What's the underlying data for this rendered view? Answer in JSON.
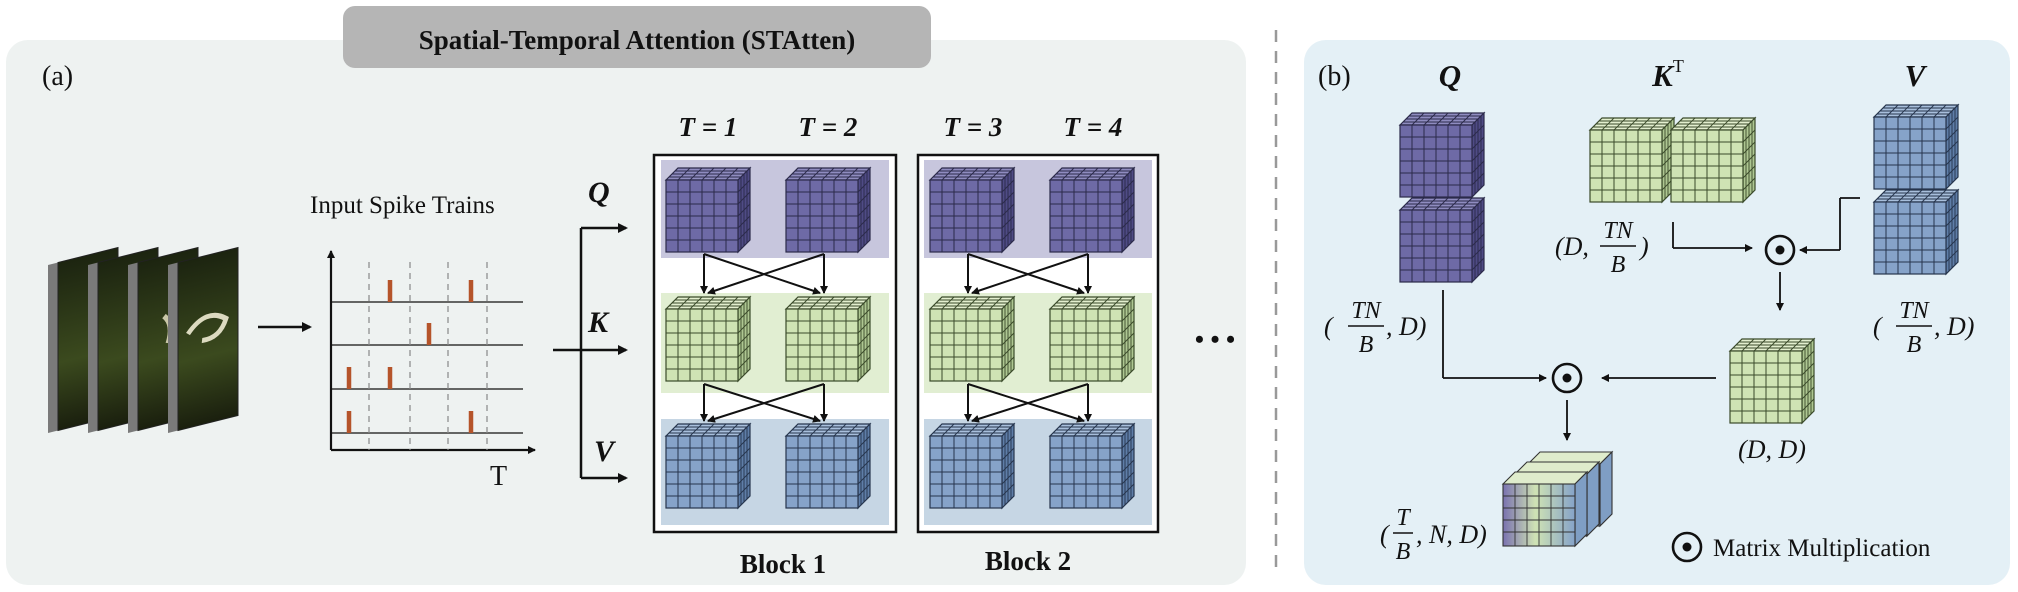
{
  "title": "Spatial-Temporal Attention (STAtten)",
  "panel_a": {
    "label": "(a)",
    "spike_title": "Input Spike Trains",
    "spike_axis": "T",
    "q": "Q",
    "k": "K",
    "v": "V",
    "time_labels": [
      "T = 1",
      "T = 2",
      "T = 3",
      "T = 4"
    ],
    "blocks": [
      "Block 1",
      "Block 2"
    ],
    "ellipsis": "• • •"
  },
  "panel_b": {
    "label": "(b)",
    "q": "Q",
    "kt": "K",
    "kt_sup": "T",
    "v": "V",
    "dim_q_open": "(",
    "frac_tn": "TN",
    "frac_b": "B",
    "dim_q_close": ", D)",
    "dim_k_open": "(D, ",
    "dim_k_close": ")",
    "dim_dd": "(D, D)",
    "frac_t": "T",
    "dim_out_close": ", N, D)",
    "legend": "Matrix Multiplication"
  },
  "colors": {
    "q_cube": "#6e6aa6",
    "k_cube": "#cfe3b4",
    "v_cube": "#86a3c9",
    "panel_bg_a": "#eef2f1",
    "panel_bg_b": "#e4f0f6",
    "spike": "#b5542a"
  }
}
